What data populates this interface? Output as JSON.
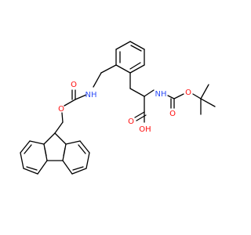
{
  "molecule": {
    "atom_labels": {
      "nh_fmoc": "NH",
      "nh_boc": "NH",
      "o_fmoc_carbonyl": "O",
      "o_fmoc_ester": "O",
      "o_boc_ester": "O",
      "o_boc_carbonyl": "O",
      "o_acid_carbonyl": "O",
      "oh_acid": "OH"
    },
    "colors": {
      "bond": "#000000",
      "oxygen": "#ff0d0d",
      "nitrogen": "#3050f8",
      "background": "#ffffff"
    }
  }
}
